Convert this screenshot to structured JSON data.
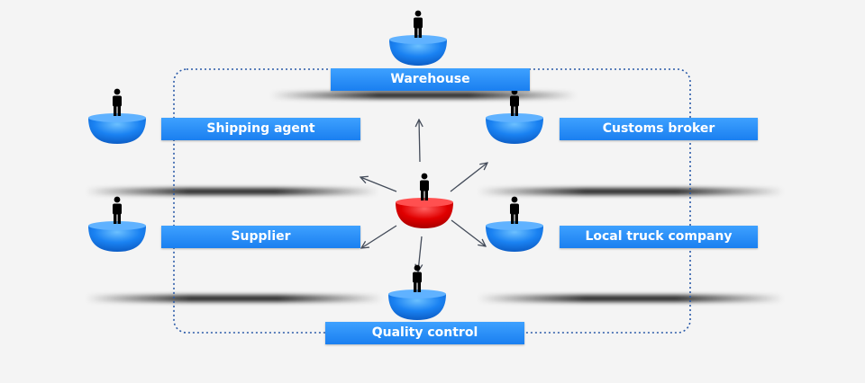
{
  "diagram": {
    "center_node": {
      "icon": "person-icon",
      "color": "#e00000"
    },
    "node_color": "#1a82f2",
    "nodes": [
      {
        "id": "warehouse",
        "label": "Warehouse"
      },
      {
        "id": "shipping-agent",
        "label": "Shipping agent"
      },
      {
        "id": "customs-broker",
        "label": "Customs broker"
      },
      {
        "id": "supplier",
        "label": "Supplier"
      },
      {
        "id": "local-truck-company",
        "label": "Local truck company"
      },
      {
        "id": "quality-control",
        "label": "Quality control"
      }
    ]
  }
}
